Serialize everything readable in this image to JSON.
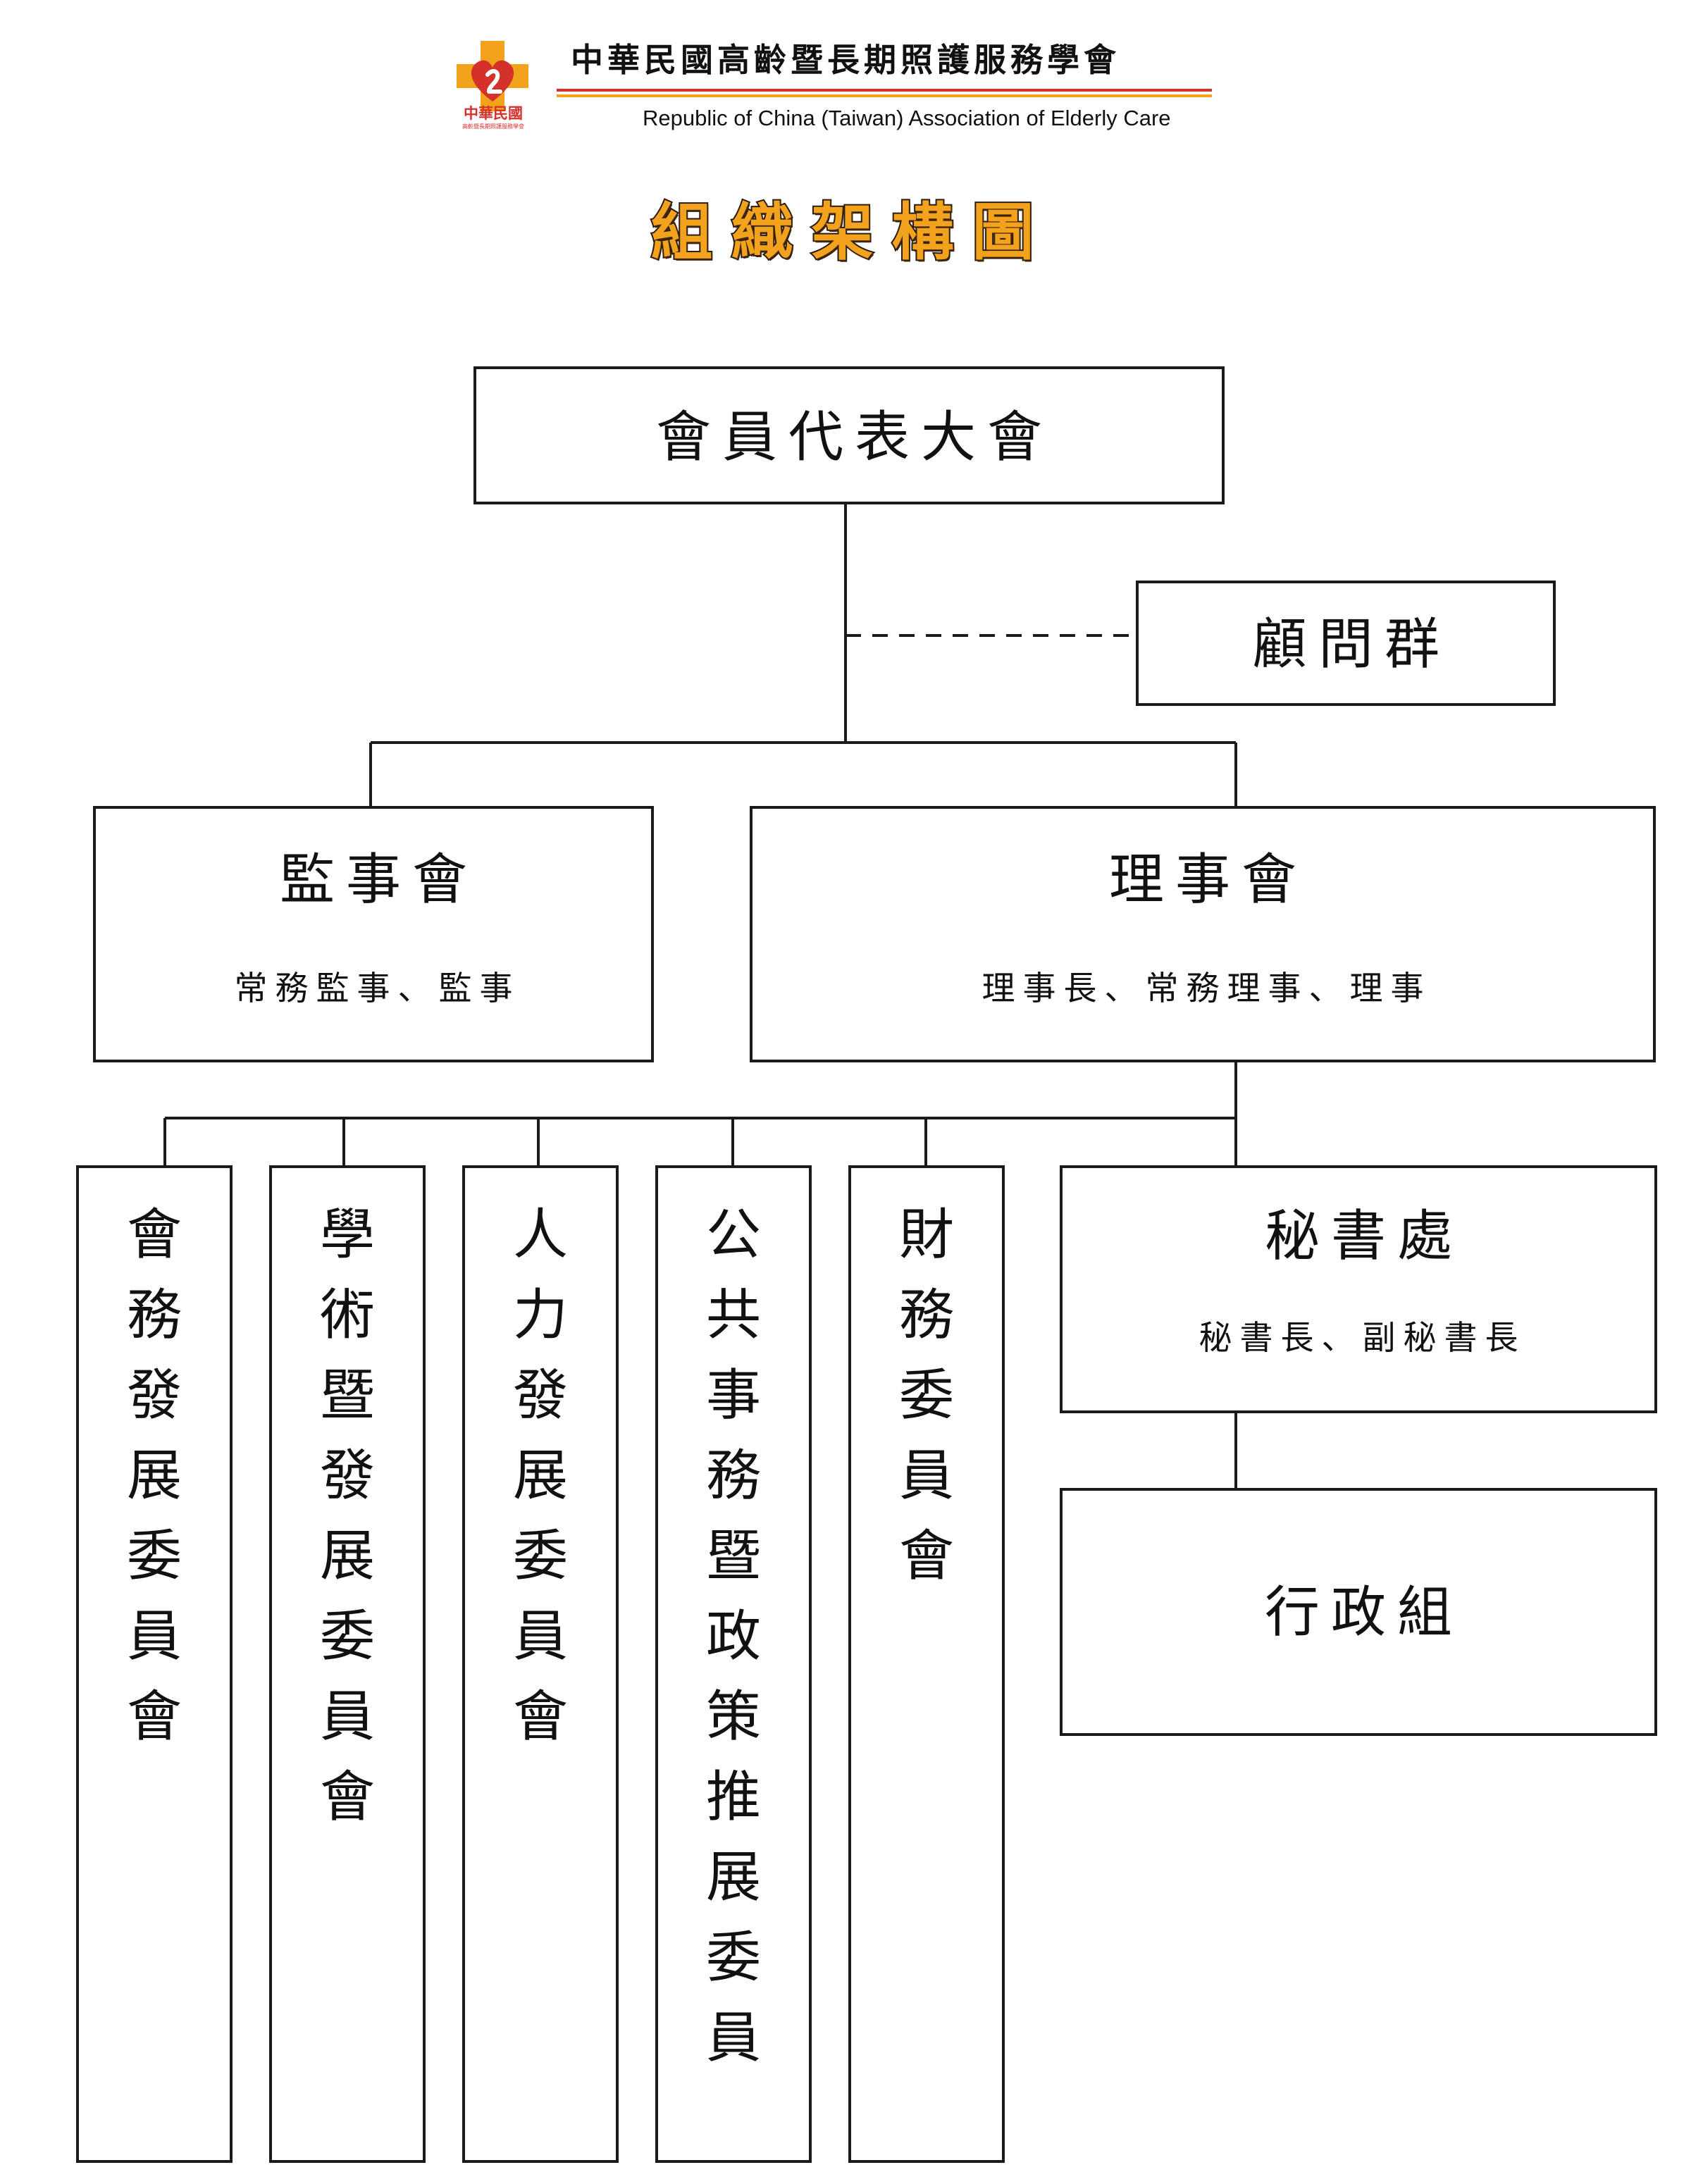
{
  "header": {
    "logo_text": "中華民國",
    "logo_subtext": "高齡暨長期照護服務學會",
    "org_name_zh": "中華民國高齡暨長期照護服務學會",
    "org_name_en": "Republic of China (Taiwan) Association of Elderly Care"
  },
  "title": "組織架構圖",
  "colors": {
    "logo_red": "#d4312b",
    "logo_orange": "#f3a21b",
    "title_fill": "#f2a21c",
    "line": "#1a1a1a"
  },
  "nodes": {
    "assembly": "會員代表大會",
    "advisors": "顧問群",
    "supervisors": {
      "name": "監事會",
      "members": "常務監事、監事"
    },
    "directors": {
      "name": "理事會",
      "members": "理事長、常務理事、理事"
    },
    "committees": [
      "會務發展委員會",
      "學術暨發展委員會",
      "人力發展委員會",
      "公共事務暨政策推展委員",
      "財務委員會"
    ],
    "secretariat": {
      "name": "秘書處",
      "members": "秘書長、副秘書長"
    },
    "admin": "行政組"
  }
}
